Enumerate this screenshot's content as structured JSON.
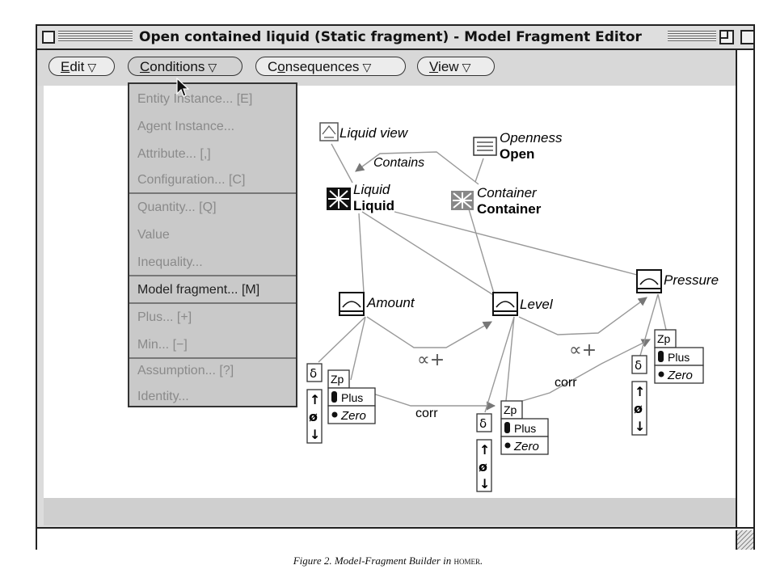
{
  "window": {
    "title": "Open contained liquid (Static fragment) - Model Fragment Editor"
  },
  "toolbar": {
    "menus": [
      {
        "label": "Edit",
        "mnemonic": "E"
      },
      {
        "label": "Conditions",
        "mnemonic": "C"
      },
      {
        "label": "Consequences",
        "mnemonic": "o"
      },
      {
        "label": "View",
        "mnemonic": "V"
      }
    ],
    "arrow_glyph": "▽"
  },
  "conditions_menu": {
    "items": [
      {
        "label": "Entity Instance... [E]",
        "enabled": false
      },
      {
        "label": "Agent Instance...",
        "enabled": false
      },
      {
        "label": "Attribute... [,]",
        "enabled": false
      },
      {
        "label": "Configuration... [C]",
        "enabled": false
      },
      {
        "label": "Quantity... [Q]",
        "enabled": false
      },
      {
        "label": "Value",
        "enabled": false
      },
      {
        "label": "Inequality...",
        "enabled": false
      },
      {
        "label": "Model fragment... [M]",
        "enabled": true
      },
      {
        "label": "Plus... [+]",
        "enabled": false
      },
      {
        "label": "Min... [−]",
        "enabled": false
      },
      {
        "label": "Assumption... [?]",
        "enabled": false
      },
      {
        "label": "Identity...",
        "enabled": false
      }
    ]
  },
  "diagram": {
    "liquid_view": "Liquid view",
    "contains": "Contains",
    "openness_type": "Openness",
    "openness_value": "Open",
    "liquid_type": "Liquid",
    "liquid_value": "Liquid",
    "container_type": "Container",
    "container_value": "Container",
    "amount": "Amount",
    "level": "Level",
    "pressure": "Pressure",
    "prop_symbol": "∝+",
    "corr": "corr",
    "zp": "Zp",
    "plus": "Plus",
    "zero": "Zero",
    "delta": "δ",
    "derivative_symbols": [
      "↑",
      "ø",
      "↓"
    ]
  },
  "caption": {
    "prefix": "Figure 2. Model-Fragment Builder in ",
    "system": "homer",
    "suffix": "."
  }
}
